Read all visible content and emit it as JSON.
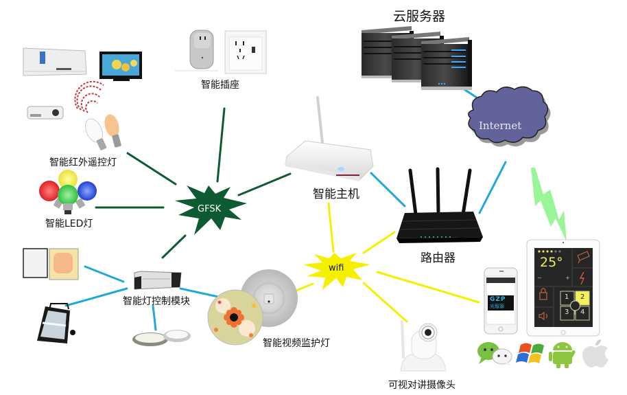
{
  "title": "智能家居系统拓扑",
  "hubs": {
    "gfsk": {
      "label": "GFSK",
      "color": "#0e5a32"
    },
    "wifi": {
      "label": "wifi",
      "color": "#f5f000"
    }
  },
  "colors": {
    "gfsk_link": "#0e5a32",
    "wired_link": "#1fa8d8",
    "wifi_link": "#f5f000",
    "cloud_fill": "#63639b",
    "lightning": "#98f598"
  },
  "nodes": {
    "cloud_server": {
      "label": "云服务器"
    },
    "internet": {
      "label": "Internet"
    },
    "smart_host": {
      "label": "智能主机"
    },
    "router": {
      "label": "路由器"
    },
    "smart_socket": {
      "label": "智能插座"
    },
    "ir_lamp": {
      "label": "智能红外遥控灯"
    },
    "led_lamp": {
      "label": "智能LED灯"
    },
    "light_module": {
      "label": "智能灯控制模块"
    },
    "video_lamp": {
      "label": "智能视频监护灯"
    },
    "camera": {
      "label": "可视对讲摄像头"
    }
  },
  "tablet": {
    "temperature": "25°",
    "minus": "−",
    "plus": "+",
    "switches": [
      "1",
      "2",
      "3",
      "4"
    ],
    "active_switch": "2"
  },
  "phone": {
    "brand_text": "GZP",
    "brand_sub": "光智源"
  },
  "platforms": [
    "wechat",
    "windows",
    "android",
    "apple"
  ]
}
